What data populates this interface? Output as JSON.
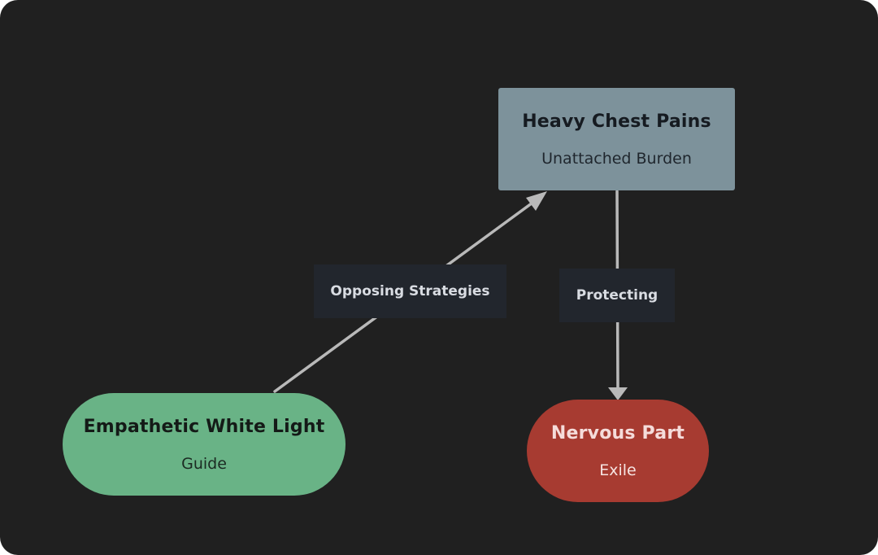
{
  "diagram": {
    "colors": {
      "background": "#202020",
      "edge": "#b9b9b9",
      "label_bg": "#22262d",
      "burden": "#7d929b",
      "guide": "#69b386",
      "exile": "#a73b31"
    },
    "nodes": {
      "burden": {
        "title": "Heavy Chest Pains",
        "subtitle": "Unattached Burden"
      },
      "guide": {
        "title": "Empathetic White Light",
        "subtitle": "Guide"
      },
      "exile": {
        "title": "Nervous Part",
        "subtitle": "Exile"
      }
    },
    "edges": [
      {
        "from": "guide",
        "to": "burden",
        "label": "Opposing Strategies"
      },
      {
        "from": "burden",
        "to": "exile",
        "label": "Protecting"
      }
    ]
  }
}
